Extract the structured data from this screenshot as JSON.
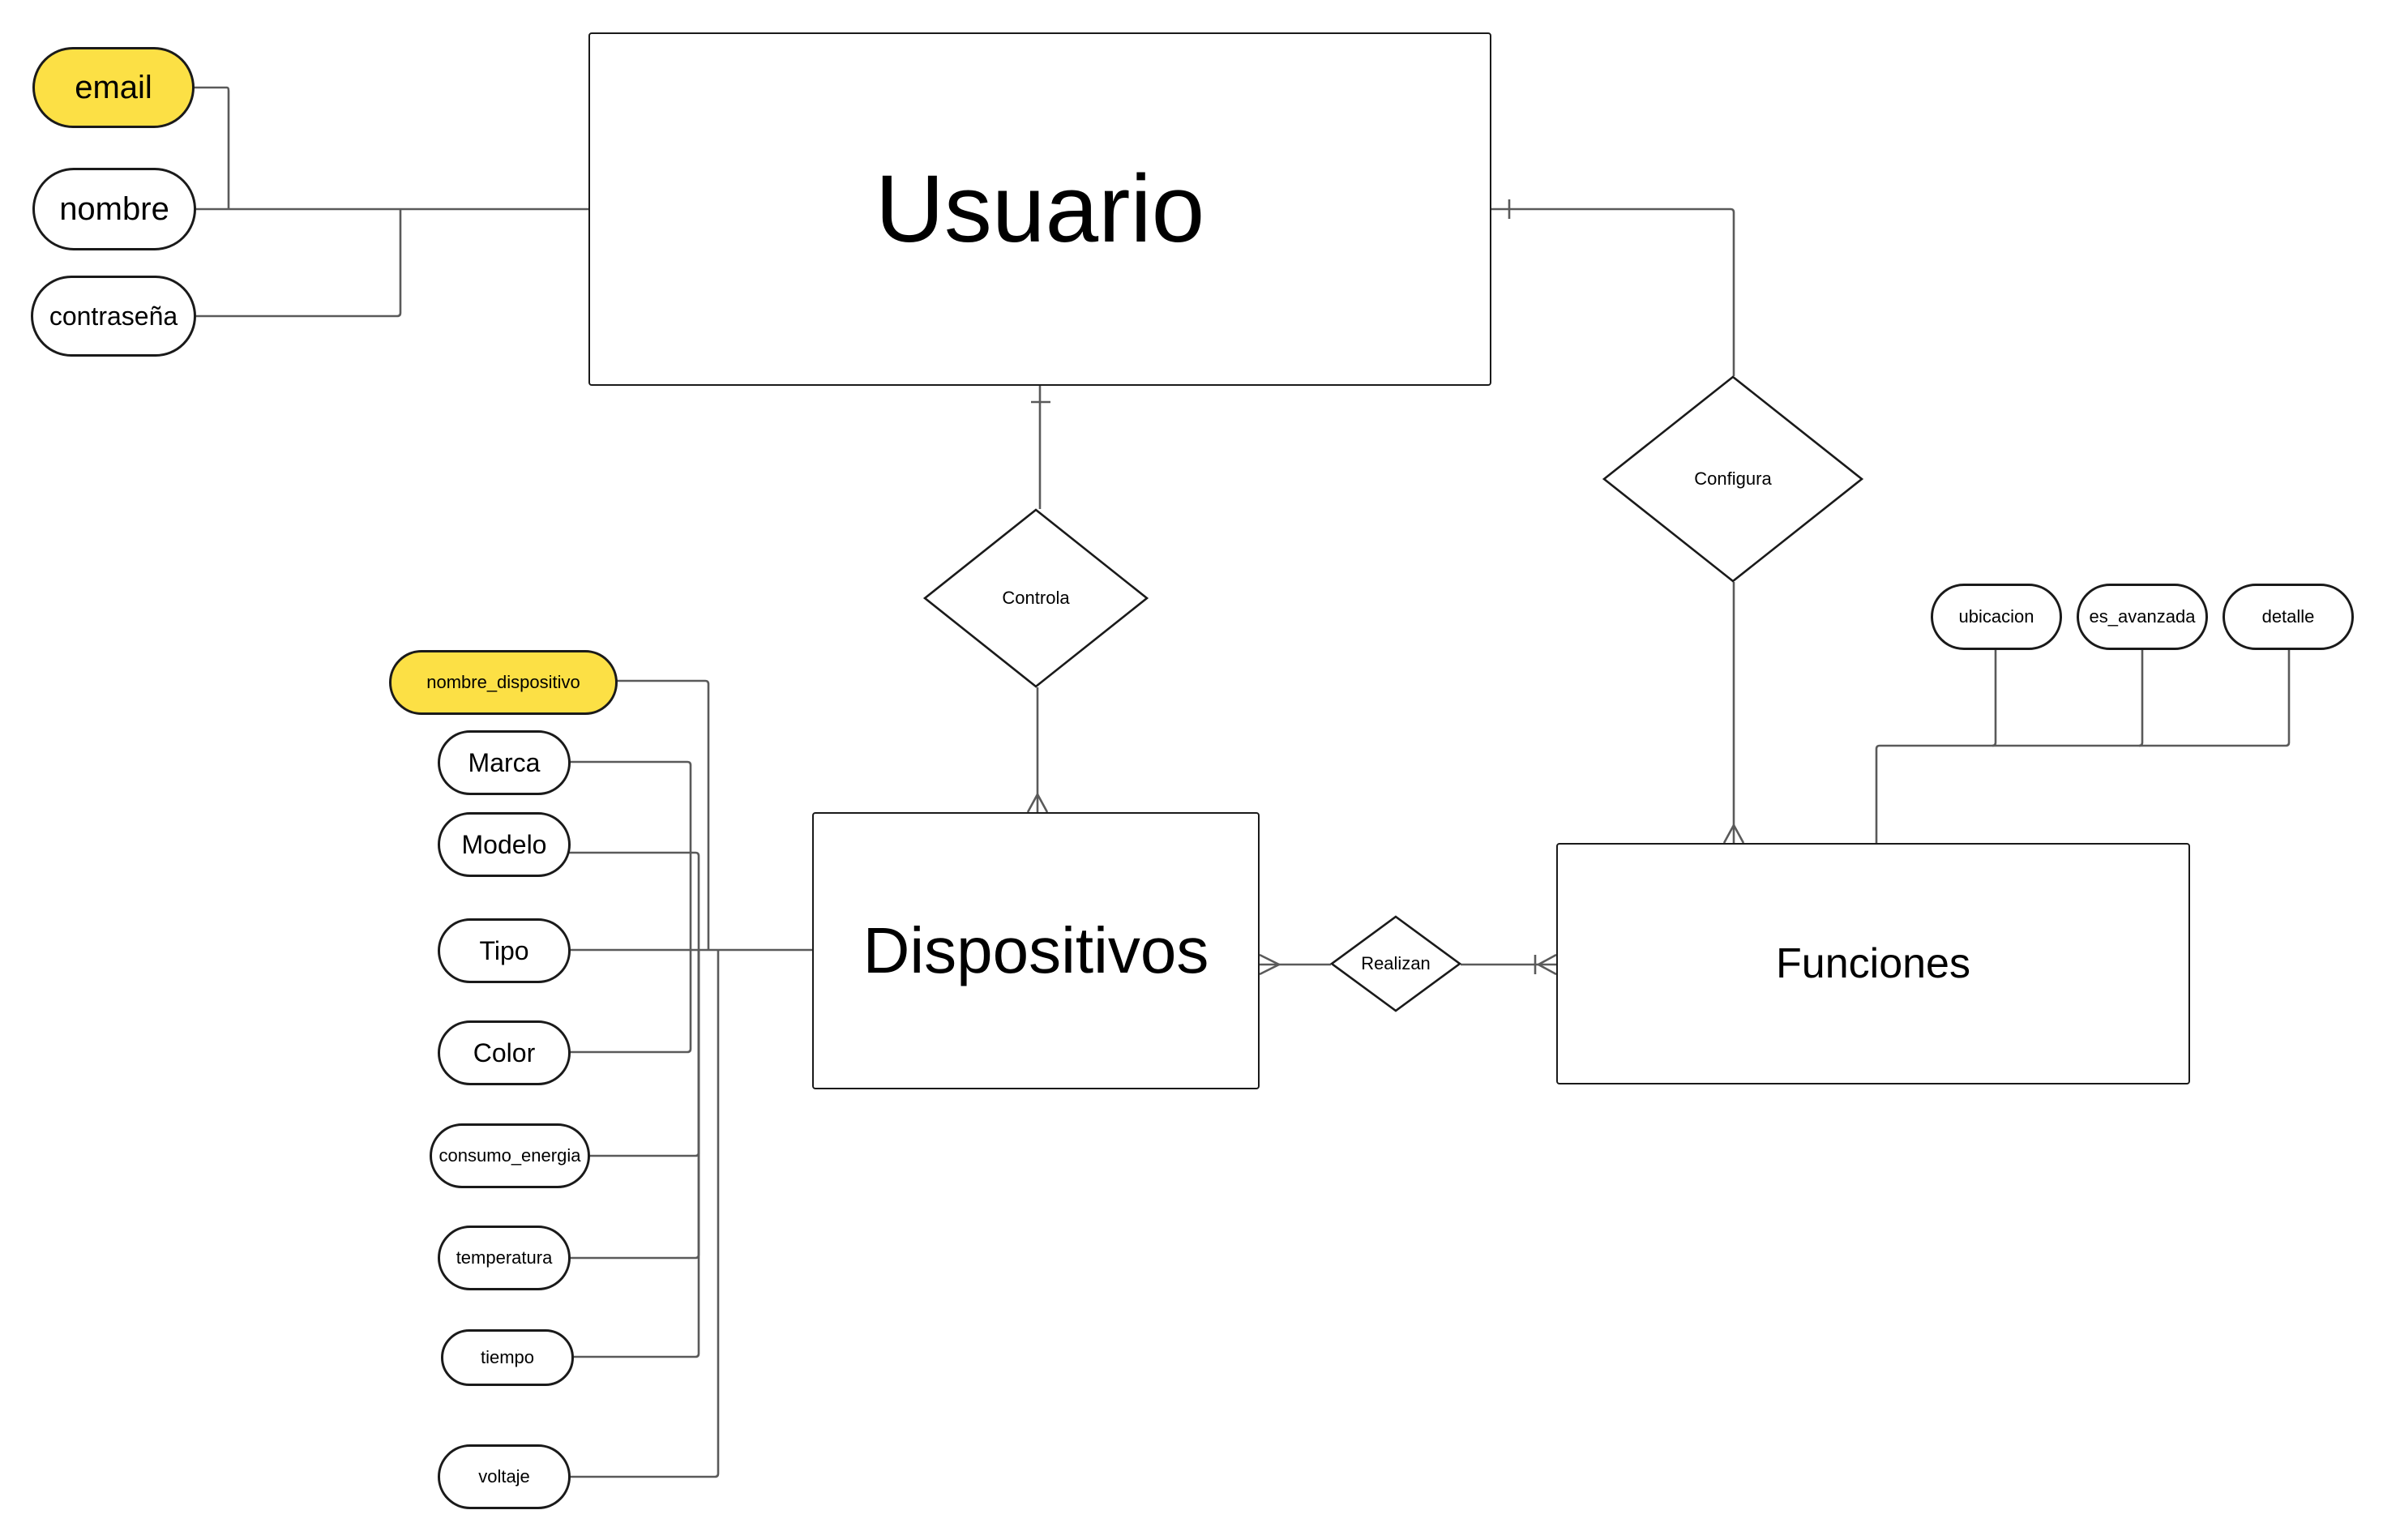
{
  "entities": {
    "usuario": "Usuario",
    "dispositivos": "Dispositivos",
    "funciones": "Funciones"
  },
  "relationships": {
    "controla": "Controla",
    "configura": "Configura",
    "realizan": "Realizan"
  },
  "attributes": {
    "usuario": {
      "email": "email",
      "nombre": "nombre",
      "contrasena": "contraseña"
    },
    "dispositivos": {
      "nombre_dispositivo": "nombre_dispositivo",
      "marca": "Marca",
      "modelo": "Modelo",
      "tipo": "Tipo",
      "color": "Color",
      "consumo_energia": "consumo_energia",
      "temperatura": "temperatura",
      "tiempo": "tiempo",
      "voltaje": "voltaje"
    },
    "funciones": {
      "ubicacion": "ubicacion",
      "es_avanzada": "es_avanzada",
      "detalle": "detalle"
    }
  },
  "key_attribute_color": "#fce045"
}
